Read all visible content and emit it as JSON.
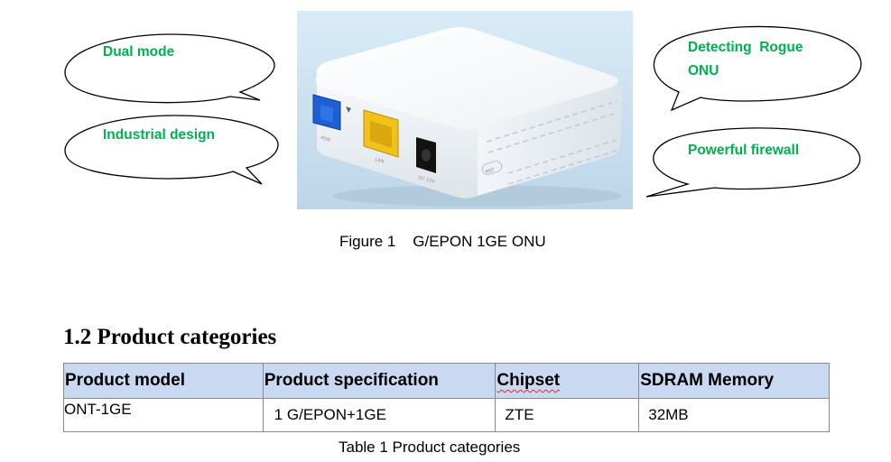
{
  "callouts": {
    "dual_mode": "Dual mode",
    "industrial_design": "Industrial design",
    "detecting_line1": "Detecting  Rogue",
    "detecting_line2": "ONU",
    "powerful_firewall": "Powerful firewall",
    "text_color": "#00b050"
  },
  "figure": {
    "caption": "Figure 1    G/EPON 1GE ONU",
    "port_labels": [
      "PON",
      "LAN",
      "DC 12V",
      "RST"
    ]
  },
  "section": {
    "heading": "1.2 Product categories"
  },
  "table": {
    "headers": [
      "Product model",
      "Product specification",
      "Chipset",
      "SDRAM Memory"
    ],
    "rows": [
      [
        "ONT-1GE",
        "1 G/EPON+1GE",
        "ZTE",
        "32MB"
      ]
    ],
    "caption": "Table 1 Product categories",
    "header_bg": "#c9d9f1"
  }
}
